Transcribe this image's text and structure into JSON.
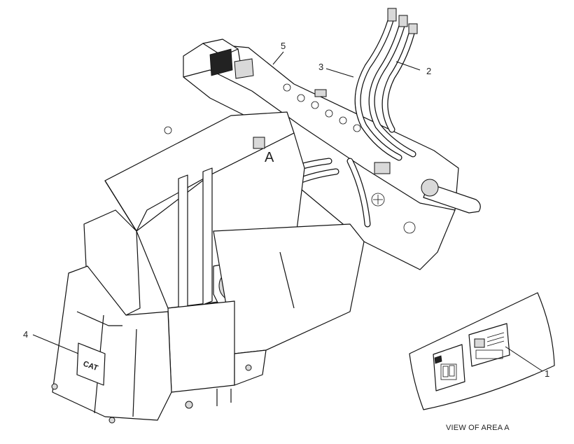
{
  "callouts": [
    {
      "id": "1",
      "text": "1"
    },
    {
      "id": "2",
      "text": "2"
    },
    {
      "id": "3",
      "text": "3"
    },
    {
      "id": "4",
      "text": "4"
    },
    {
      "id": "5",
      "text": "5"
    }
  ],
  "area_marker": "A",
  "detail_caption": "VIEW OF AREA A",
  "badge_text": "CAT"
}
